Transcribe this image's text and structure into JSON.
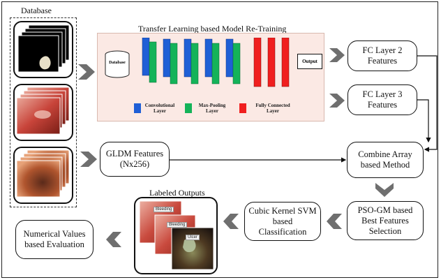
{
  "database_label": "Database",
  "tl_title": "Transfer Learning based Model Re-Training",
  "tl_database_label": "Database",
  "tl_output_label": "Output",
  "legend": {
    "conv": "Convolutional Layer",
    "pool": "Max-Pooling Layer",
    "fc": "Fully Connected Layer",
    "conv_color": "#1f5fd6",
    "pool_color": "#14b359",
    "fc_color": "#f01f1f"
  },
  "fc2_label": "FC Layer 2 Features",
  "fc3_label": "FC Layer 3 Features",
  "gldm_label": "GLDM Features (Nx256)",
  "combine_label": "Combine Array based Method",
  "pso_label": "PSO-GM based Best Features Selection",
  "svm_label": "Cubic Kernel SVM based Classification",
  "labeled_outputs_title": "Labeled Outputs",
  "eval_label": "Numerical Values based Evaluation",
  "tags": {
    "t1": "Bleeding",
    "t2": "Bleeding",
    "t3": "Ulcer"
  },
  "arrow_color": "#6f6f6f"
}
